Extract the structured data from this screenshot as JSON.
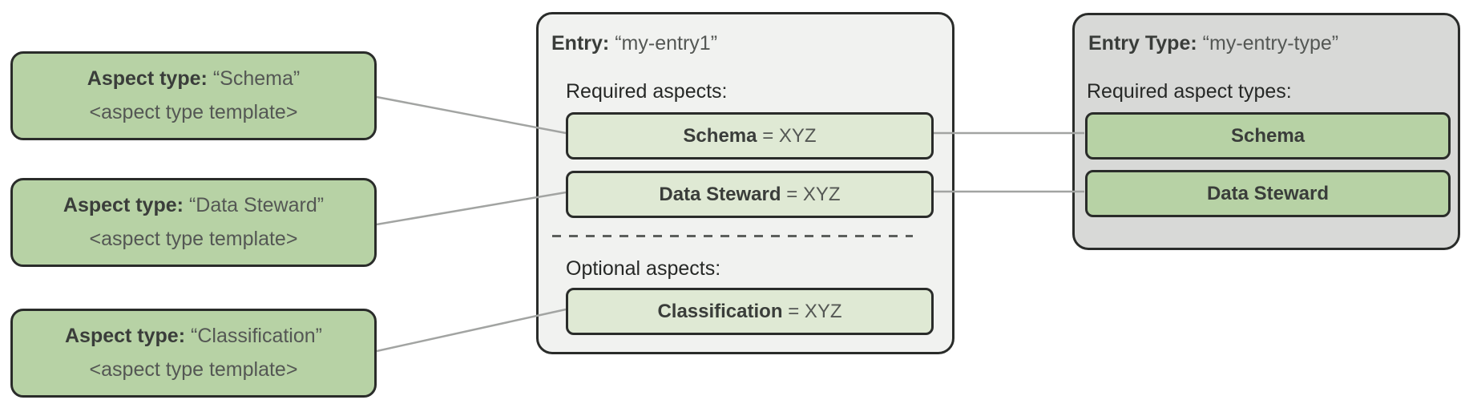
{
  "colors": {
    "canvas_bg": "#ffffff",
    "aspect_green": "#b7d2a5",
    "aspect_green_light": "#dfe9d4",
    "entry_bg": "#f1f2f0",
    "entry_type_bg": "#d8d9d7",
    "box_border": "#2a2c2a",
    "connector": "#a2a4a2",
    "dash": "#5c5f5c",
    "text_bold": "#3a3d3a",
    "text_value": "#545754",
    "text_label": "#262826"
  },
  "aspect_types": [
    {
      "label": "Aspect type:",
      "value": "“Schema”",
      "template": "<aspect type template>"
    },
    {
      "label": "Aspect type:",
      "value": "“Data Steward”",
      "template": "<aspect type template>"
    },
    {
      "label": "Aspect type:",
      "value": "“Classification”",
      "template": "<aspect type template>"
    }
  ],
  "entry": {
    "title_label": "Entry:",
    "title_value": "“my-entry1”",
    "required_heading": "Required aspects:",
    "optional_heading": "Optional aspects:",
    "required_aspects": [
      {
        "name": "Schema",
        "value": "= XYZ"
      },
      {
        "name": "Data Steward",
        "value": "= XYZ"
      }
    ],
    "optional_aspects": [
      {
        "name": "Classification",
        "value": "= XYZ"
      }
    ]
  },
  "entry_type": {
    "title_label": "Entry Type:",
    "title_value": "“my-entry-type”",
    "required_heading": "Required aspect types:",
    "required_aspect_types": [
      {
        "name": "Schema"
      },
      {
        "name": "Data Steward"
      }
    ]
  }
}
